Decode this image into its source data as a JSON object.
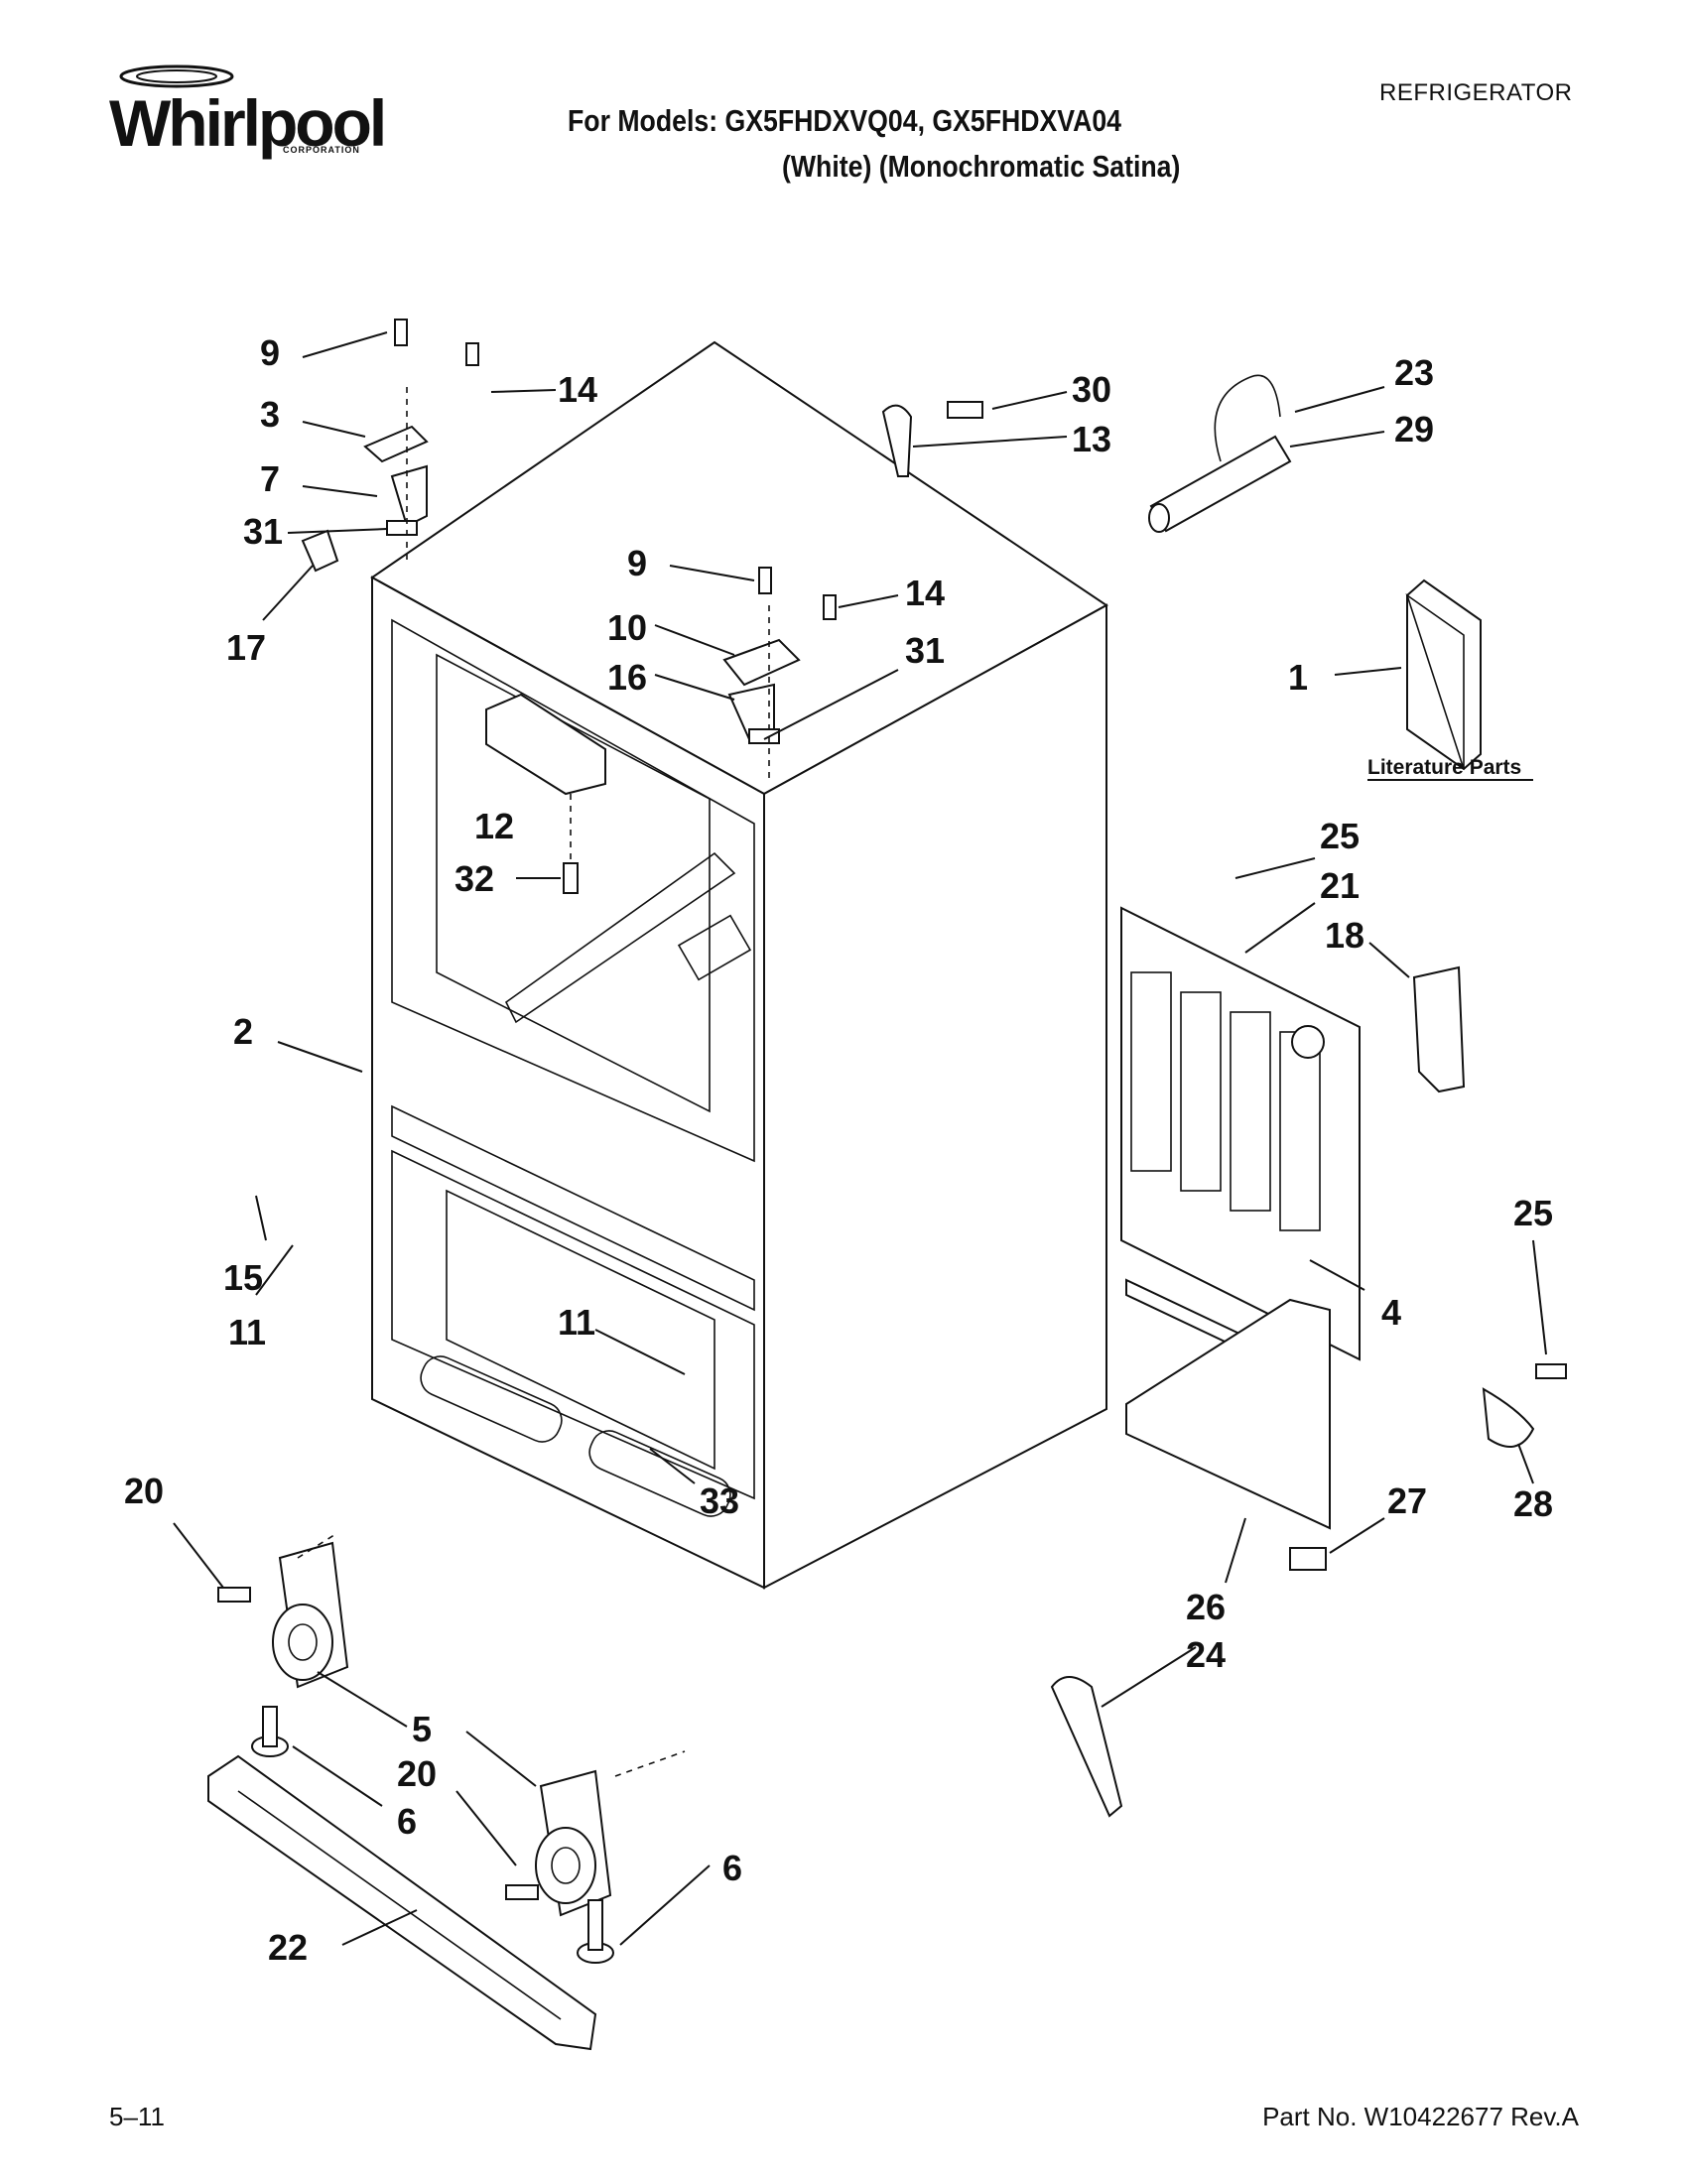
{
  "header": {
    "brand": "Whirlpool",
    "brand_sub": "CORPORATION",
    "models_line": "For Models: GX5FHDXVQ04, GX5FHDXVA04",
    "colors_line": "(White)  (Monochromatic Satina)",
    "category": "REFRIGERATOR"
  },
  "literature": {
    "label": "Literature Parts"
  },
  "callouts": [
    "9",
    "14",
    "3",
    "7",
    "31",
    "17",
    "30",
    "13",
    "23",
    "29",
    "9",
    "10",
    "14",
    "16",
    "31",
    "1",
    "12",
    "32",
    "25",
    "21",
    "18",
    "2",
    "15",
    "11",
    "11",
    "4",
    "25",
    "33",
    "20",
    "27",
    "28",
    "26",
    "24",
    "5",
    "20",
    "6",
    "22",
    "6"
  ],
  "footer": {
    "date": "5–11",
    "part_number": "Part No. W10422677 Rev.A"
  }
}
